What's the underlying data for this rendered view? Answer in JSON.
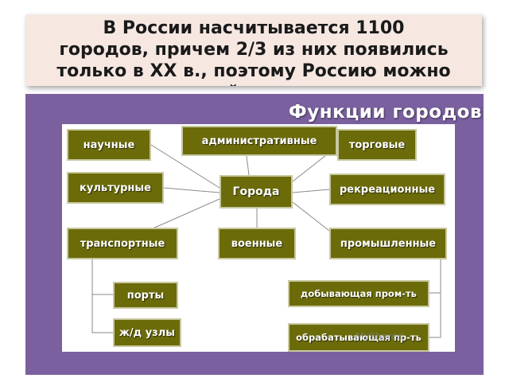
{
  "title": "В России насчитывается 1100\nгородов, причем 2/3 из них появились\nтолько в XX в., поэтому Россию можно\nназвать страной молодых городов.",
  "diagram_title": "Функции городов",
  "nodes": {
    "center": "Города",
    "scientific": "научные",
    "administrative": "административные",
    "trade": "торговые",
    "cultural": "культурные",
    "recreational": "рекреационные",
    "transport": "транспортные",
    "military": "военные",
    "industrial": "промышленные",
    "ports": "порты",
    "railway_hubs": "ж/д узлы",
    "extractive": "добывающая пром-ть",
    "manufacturing": "обрабатывающая пр-ть"
  },
  "watermark": "MyShared",
  "colors": {
    "node_fill": "#6b6b0a",
    "frame": "#7a609f",
    "title_bg": "#f6e7e1"
  }
}
